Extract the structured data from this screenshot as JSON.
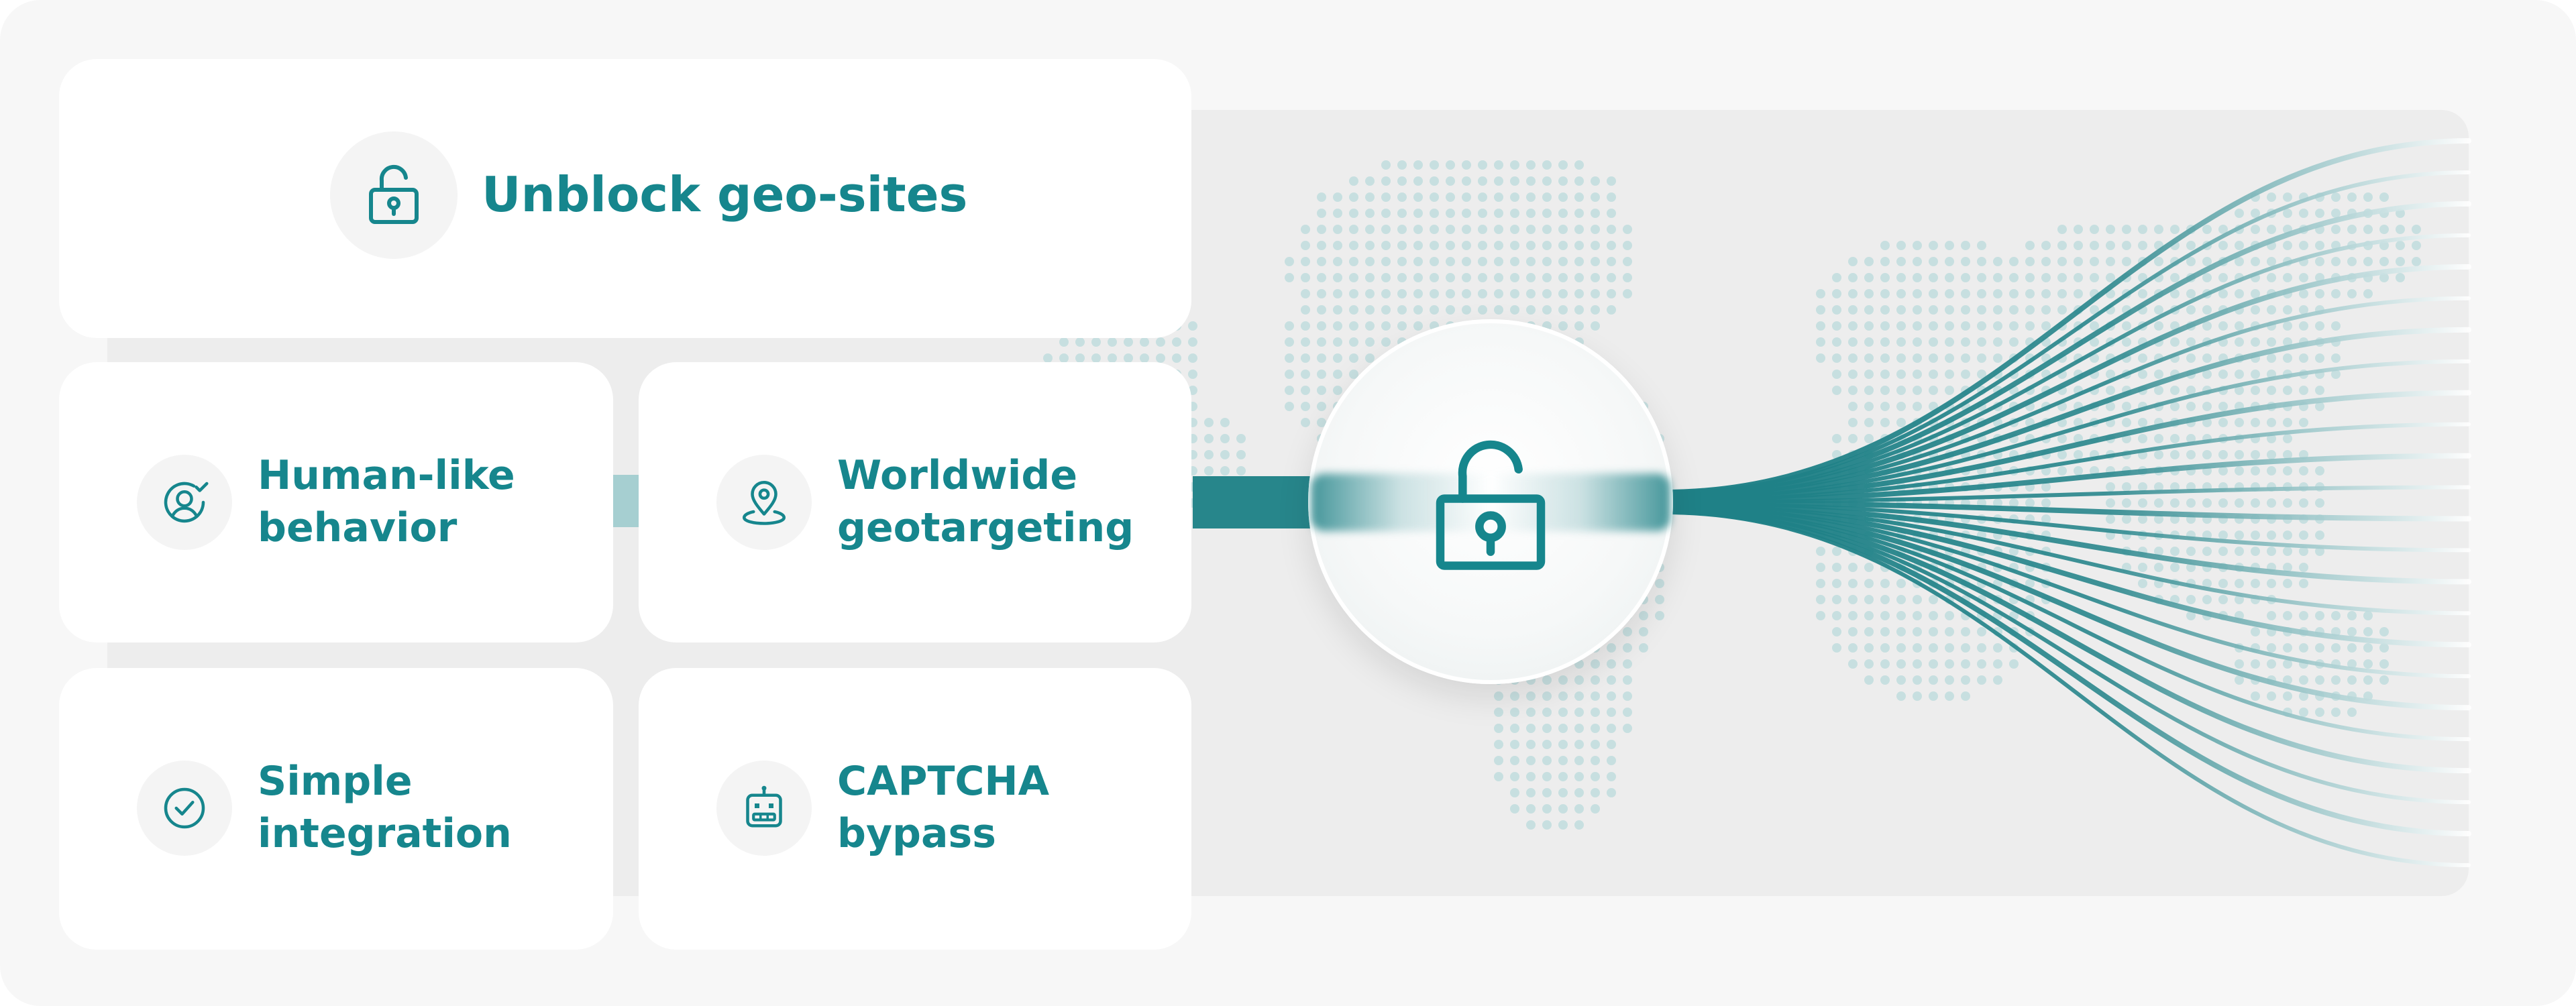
{
  "hero": {
    "title": "Unblock geo-sites",
    "icon": "unlock-icon"
  },
  "features": [
    {
      "line1": "Human-like",
      "line2": "behavior",
      "icon": "user-check-icon"
    },
    {
      "line1": "Worldwide",
      "line2": "geotargeting",
      "icon": "location-pin-icon"
    },
    {
      "line1": "Simple",
      "line2": "integration",
      "icon": "check-circle-icon"
    },
    {
      "line1": "CAPTCHA",
      "line2": "bypass",
      "icon": "robot-icon"
    }
  ],
  "center_lock": {
    "icon": "unlock-icon"
  },
  "colors": {
    "accent": "#16868d",
    "fiber": "#1f8187",
    "map_dot": "#c7dfe0",
    "panel": "#ededed",
    "frame": "#f7f7f7"
  }
}
